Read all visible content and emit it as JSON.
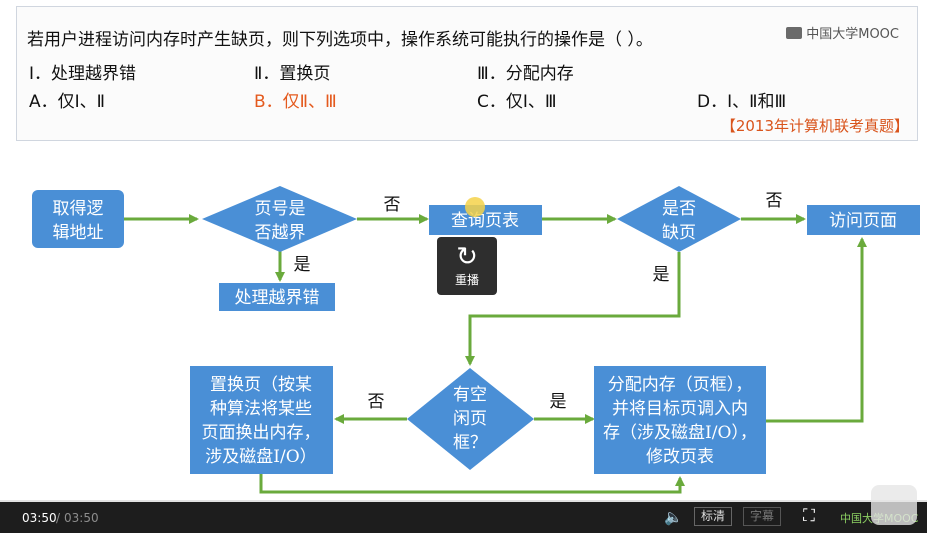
{
  "question": {
    "stem": "若用户进程访问内存时产生缺页，则下列选项中，操作系统可能执行的操作是（    ）。",
    "statements": [
      "Ⅰ．处理越界错",
      "Ⅱ．置换页",
      "Ⅲ．分配内存"
    ],
    "options": [
      "A．仅Ⅰ、Ⅱ",
      "B．仅Ⅱ、Ⅲ",
      "C．仅Ⅰ、Ⅲ",
      "D．Ⅰ、Ⅱ和Ⅲ"
    ],
    "source": "【2013年计算机联考真题】",
    "logo": "中国大学MOOC"
  },
  "flowchart": {
    "get_address": [
      "取得逻",
      "辑地址"
    ],
    "page_out_of_bounds": [
      "页号是",
      "否越界"
    ],
    "handle_error": "处理越界错",
    "lookup_page_table": "查询页表",
    "page_fault": [
      "是否",
      "缺页"
    ],
    "access_page": "访问页面",
    "free_frame": [
      "有空",
      "闲页",
      "框？"
    ],
    "replace_page": [
      "置换页（按某",
      "种算法将某些",
      "页面换出内存，",
      "涉及磁盘I/O）"
    ],
    "allocate_memory": [
      "分配内存（页框），",
      "并将目标页调入内",
      "存（涉及磁盘I/O），",
      "修改页表"
    ],
    "labels": {
      "no": "否",
      "yes": "是"
    }
  },
  "replay_label": "重播",
  "player": {
    "current_time": "03:50",
    "separator": "/",
    "duration": "03:50",
    "quality": "标清",
    "subtitle": "字幕",
    "logo": "中国大学MOOC",
    "progress": 1.0
  },
  "colors": {
    "node": "#4a8fd6",
    "arrow": "#6aaa3c",
    "answer": "#e45a1e"
  }
}
